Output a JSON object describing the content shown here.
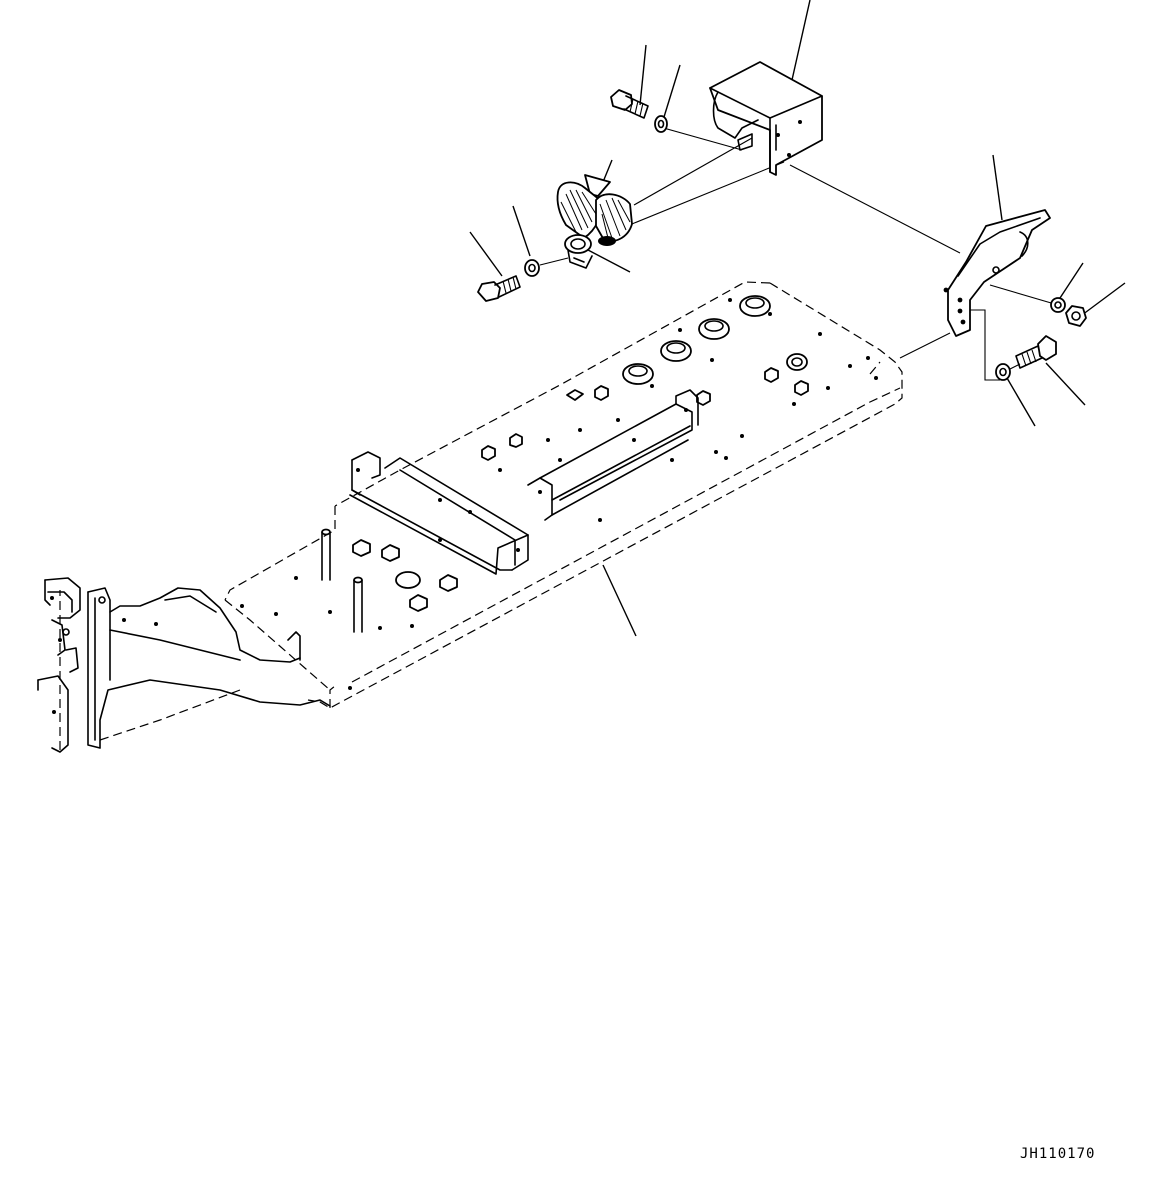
{
  "drawing": {
    "code": "JH110170",
    "parts": [
      {
        "name": "bracket-cover"
      },
      {
        "name": "bolt"
      },
      {
        "name": "washer"
      },
      {
        "name": "lamp-assembly"
      },
      {
        "name": "mounting-bracket"
      },
      {
        "name": "nut"
      },
      {
        "name": "frame"
      }
    ]
  }
}
